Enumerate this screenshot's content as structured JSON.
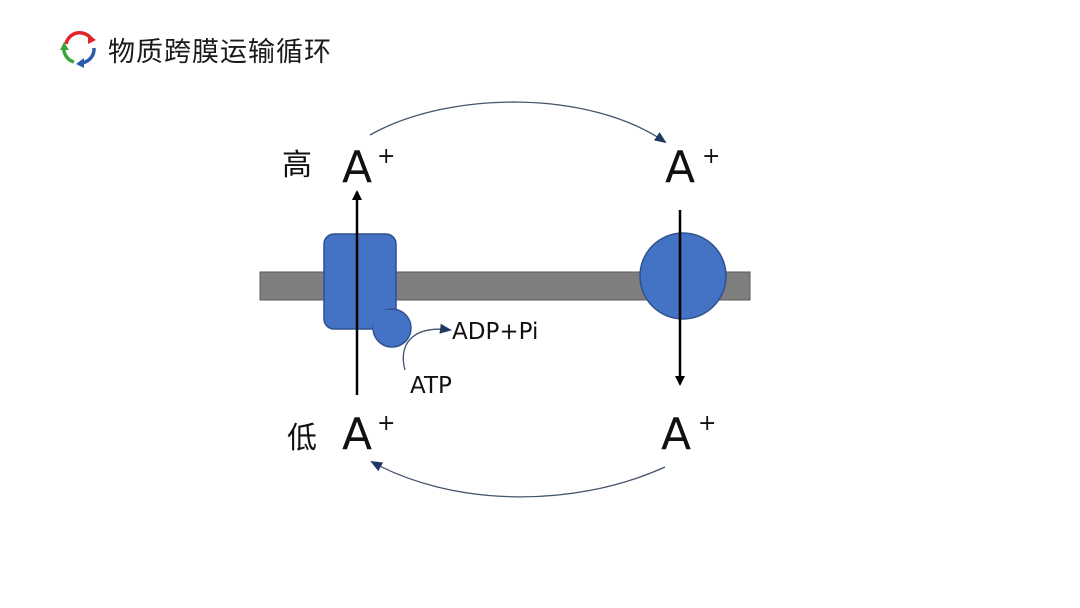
{
  "header": {
    "title": "物质跨膜运输循环",
    "logo_icon": "cycle-arrows-icon"
  },
  "diagram": {
    "level_high": "高",
    "level_low": "低",
    "ion": "A",
    "charge": "+",
    "atp_label": "ATP",
    "products_label": "ADP+Pi",
    "colors": {
      "protein": "#4472c4",
      "protein_stroke": "#2f528f",
      "membrane": "#7f7f7f",
      "arc": "#44546a",
      "arrow": "#000000"
    }
  }
}
